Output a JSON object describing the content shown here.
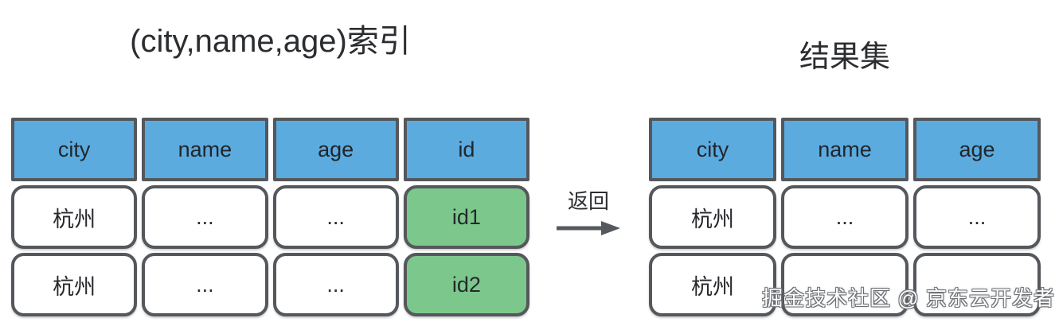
{
  "left_panel": {
    "title": "(city,name,age)索引",
    "table": {
      "headers": [
        "city",
        "name",
        "age",
        "id"
      ],
      "rows": [
        [
          "杭州",
          "...",
          "...",
          "id1"
        ],
        [
          "杭州",
          "...",
          "...",
          "id2"
        ]
      ]
    }
  },
  "arrow": {
    "label": "返回"
  },
  "right_panel": {
    "title": "结果集",
    "table": {
      "headers": [
        "city",
        "name",
        "age"
      ],
      "rows": [
        [
          "杭州",
          "...",
          "..."
        ],
        [
          "杭州",
          "",
          ""
        ]
      ]
    }
  },
  "watermark": "掘金技术社区 @ 京东云开发者",
  "colors": {
    "header_fill": "#5babdf",
    "highlight_fill": "#7cc78c",
    "border": "#54585c",
    "text": "#26282b",
    "background": "#ffffff"
  }
}
